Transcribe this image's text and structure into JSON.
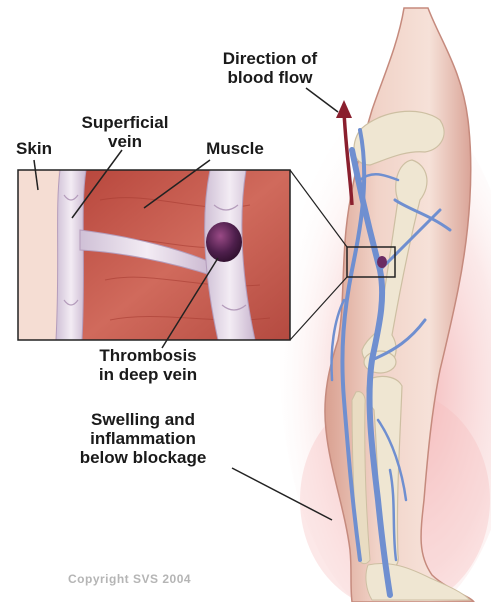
{
  "labels": {
    "direction_line1": "Direction of",
    "direction_line2": "blood flow",
    "superficial_line1": "Superficial",
    "superficial_line2": "vein",
    "skin": "Skin",
    "muscle": "Muscle",
    "thrombosis_line1": "Thrombosis",
    "thrombosis_line2": "in deep vein",
    "swelling_line1": "Swelling and",
    "swelling_line2": "inflammation",
    "swelling_line3": "below blockage"
  },
  "copyright": "Copyright SVS 2004",
  "colors": {
    "skin": "#f3d9cf",
    "muscle": "#c85a4e",
    "vein": "#6f8fd0",
    "clot": "#4b1d4a",
    "bone": "#efe6d2",
    "inflammation": "#f4c6c6",
    "arrow": "#8a1f2e"
  }
}
